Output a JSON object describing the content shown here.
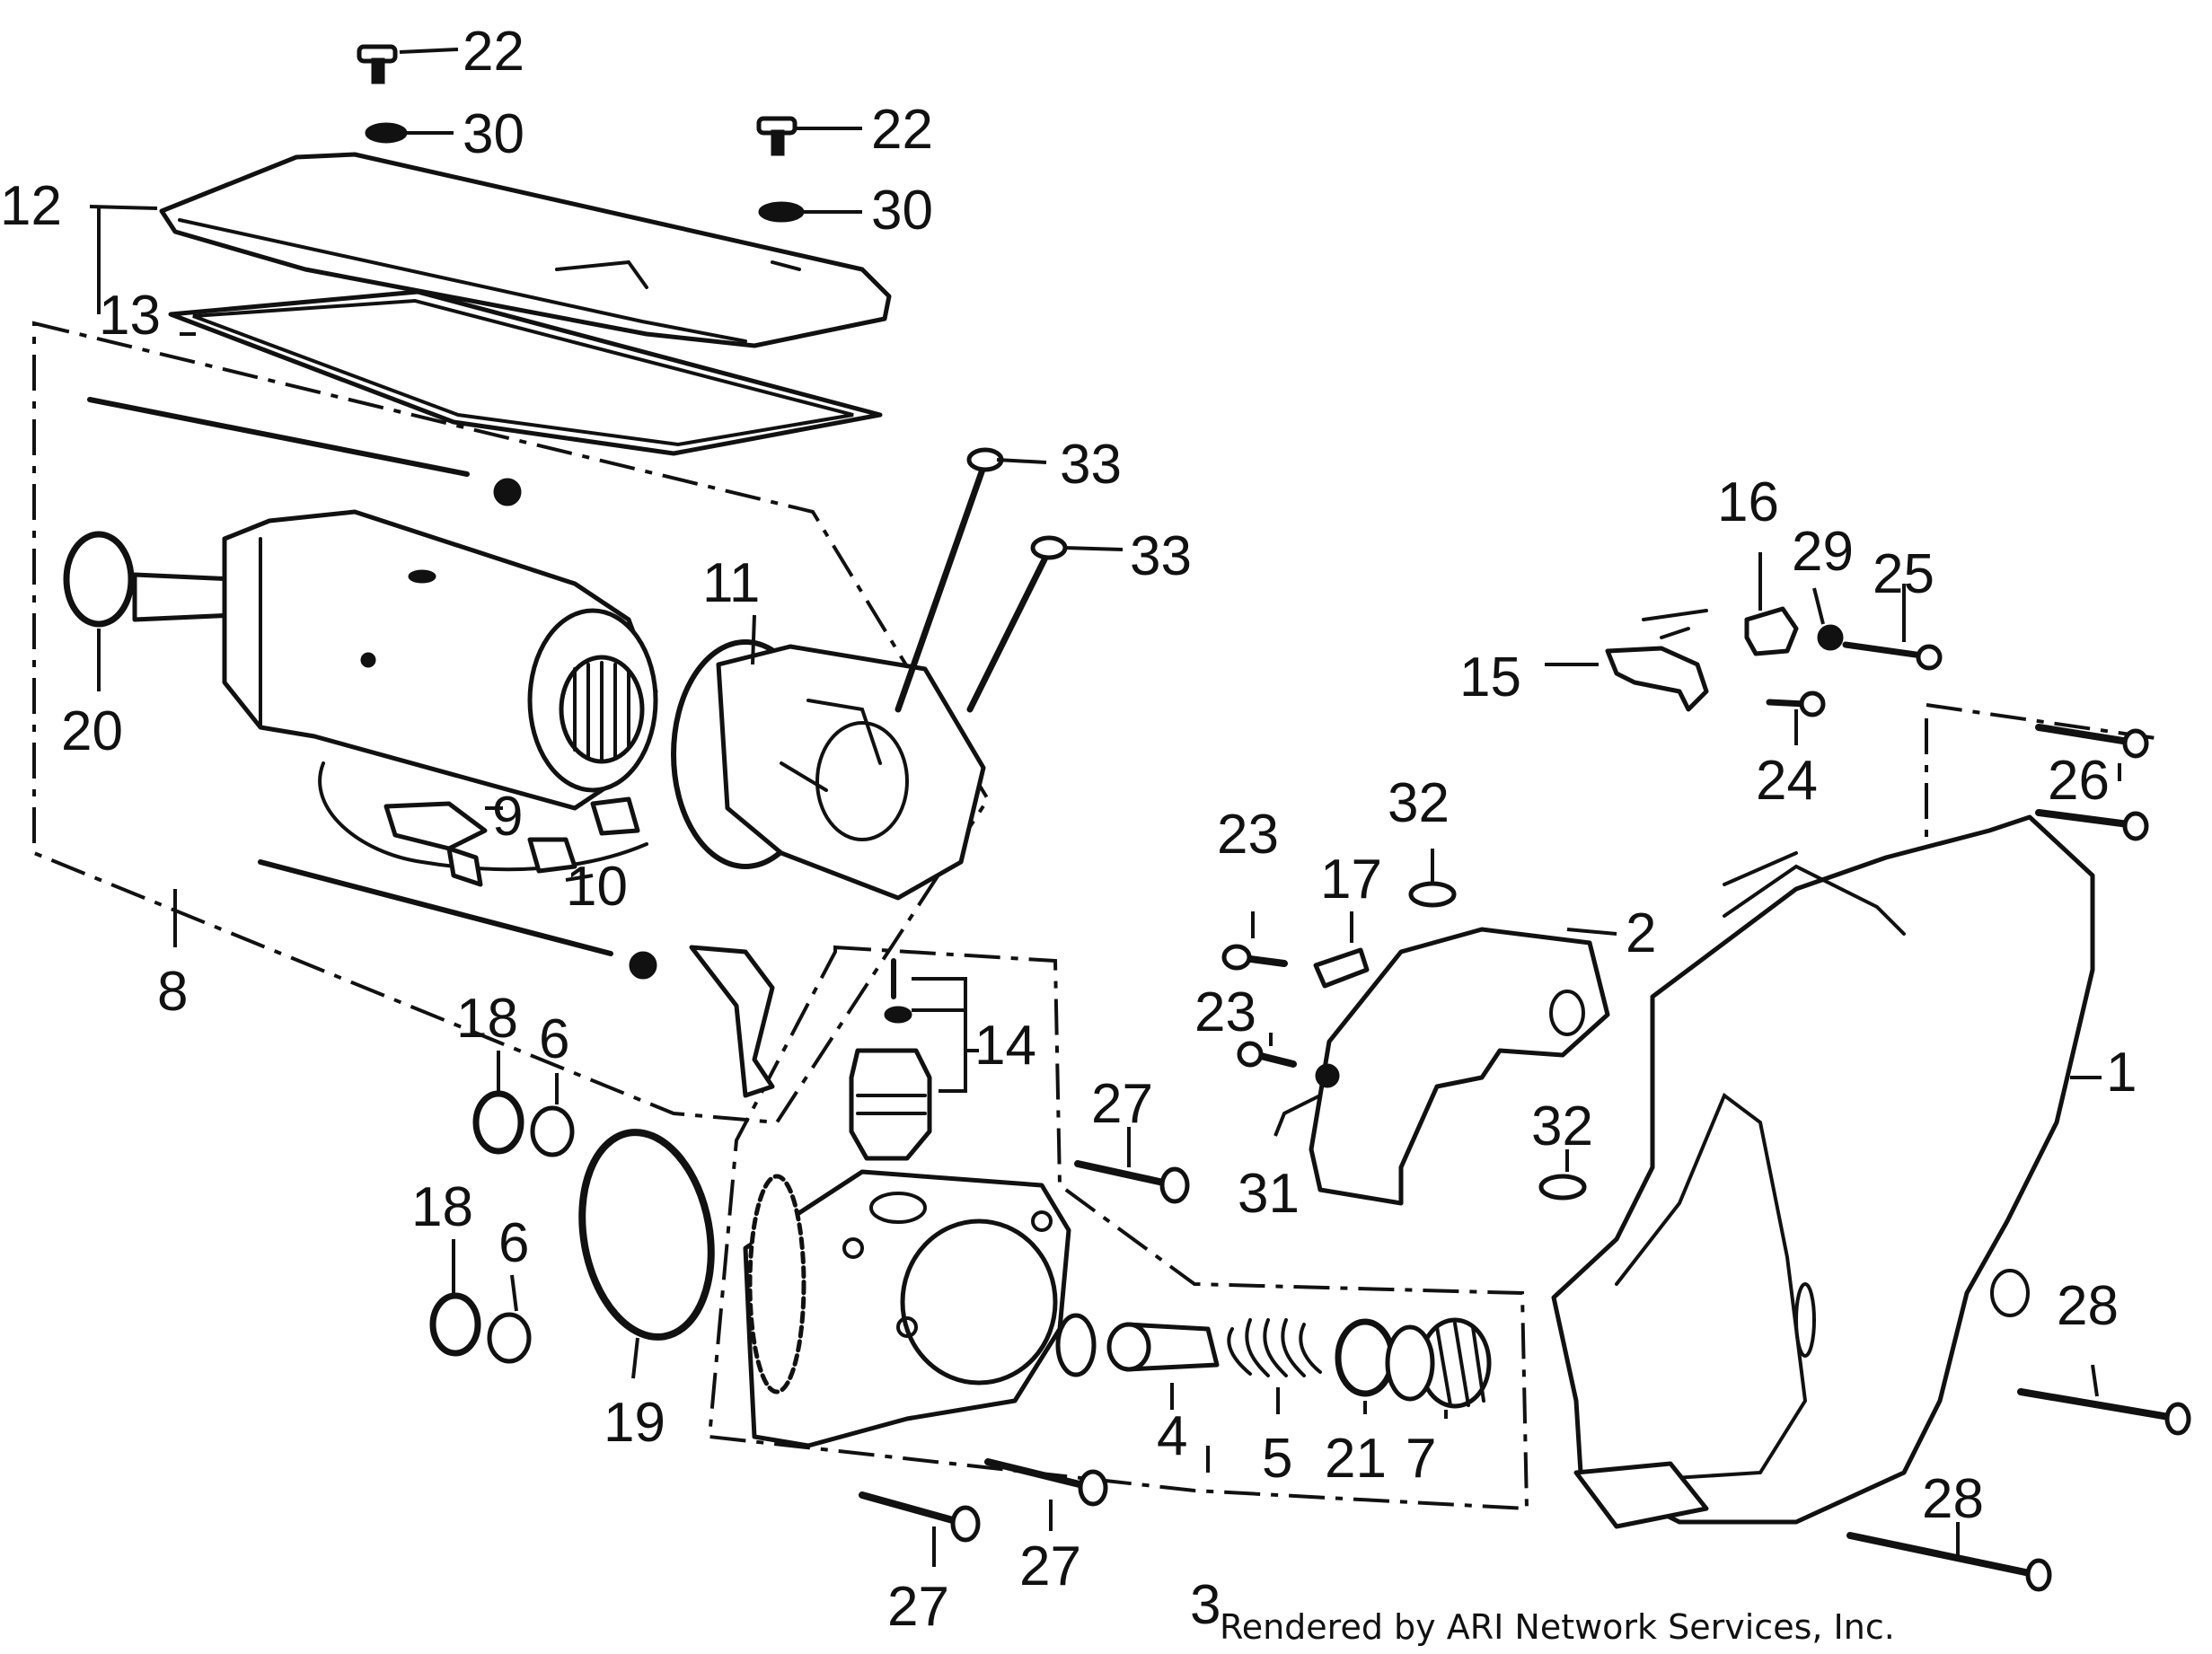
{
  "diagram": {
    "labels": {
      "l1": "1",
      "l2": "2",
      "l3": "3",
      "l4": "4",
      "l5": "5",
      "l6a": "6",
      "l6b": "6",
      "l7": "7",
      "l8": "8",
      "l9": "9",
      "l10": "10",
      "l11": "11",
      "l12": "12",
      "l13": "13",
      "l14": "14",
      "l15": "15",
      "l16": "16",
      "l17": "17",
      "l18a": "18",
      "l18b": "18",
      "l19": "19",
      "l20": "20",
      "l21": "21",
      "l22a": "22",
      "l22b": "22",
      "l23a": "23",
      "l23b": "23",
      "l24": "24",
      "l25": "25",
      "l26": "26",
      "l27a": "27",
      "l27b": "27",
      "l27c": "27",
      "l28a": "28",
      "l28b": "28",
      "l29": "29",
      "l30a": "30",
      "l30b": "30",
      "l31": "31",
      "l32a": "32",
      "l32b": "32",
      "l33a": "33",
      "l33b": "33"
    }
  },
  "credit": "Rendered by ARI Network Services, Inc."
}
